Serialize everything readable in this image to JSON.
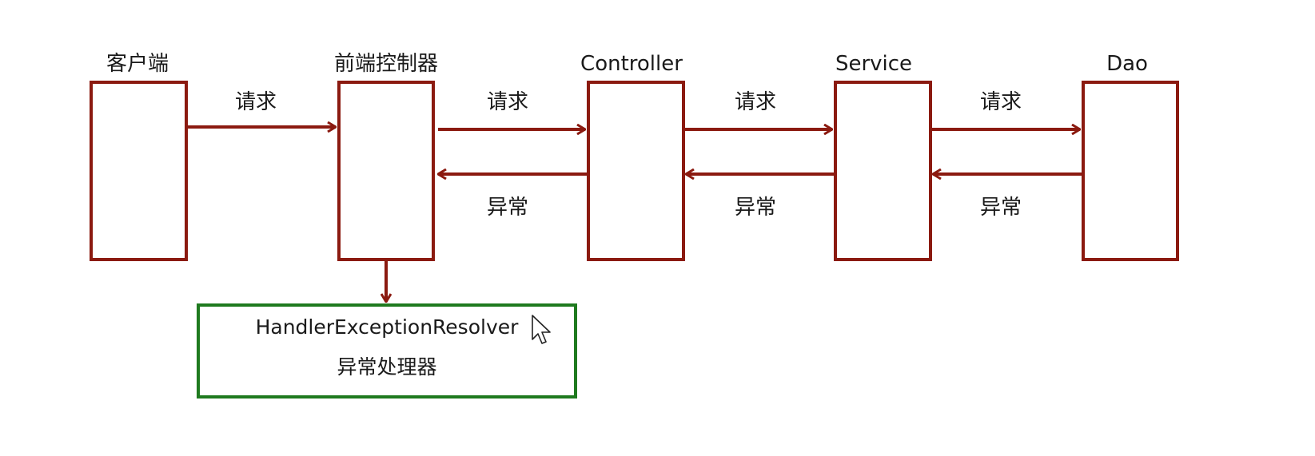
{
  "nodes": [
    {
      "id": "client",
      "label": "客户端"
    },
    {
      "id": "front_controller",
      "label": "前端控制器"
    },
    {
      "id": "controller",
      "label": "Controller"
    },
    {
      "id": "service",
      "label": "Service"
    },
    {
      "id": "dao",
      "label": "Dao"
    }
  ],
  "edges": [
    {
      "from": "client",
      "to": "front_controller",
      "label": "请求",
      "kind": "request"
    },
    {
      "from": "front_controller",
      "to": "controller",
      "label": "请求",
      "kind": "request"
    },
    {
      "from": "controller",
      "to": "front_controller",
      "label": "异常",
      "kind": "exception"
    },
    {
      "from": "controller",
      "to": "service",
      "label": "请求",
      "kind": "request"
    },
    {
      "from": "service",
      "to": "controller",
      "label": "异常",
      "kind": "exception"
    },
    {
      "from": "service",
      "to": "dao",
      "label": "请求",
      "kind": "request"
    },
    {
      "from": "dao",
      "to": "service",
      "label": "异常",
      "kind": "exception"
    },
    {
      "from": "front_controller",
      "to": "handler",
      "label": "",
      "kind": "handle"
    }
  ],
  "handler": {
    "name": "HandlerExceptionResolver",
    "description": "异常处理器"
  },
  "colors": {
    "node_border": "#8b1a10",
    "arrow": "#8b1a10",
    "handler_border": "#1f7a1f"
  }
}
